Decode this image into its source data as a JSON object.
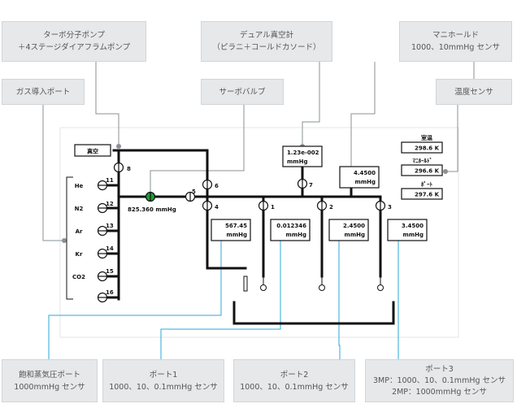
{
  "callouts": {
    "turbo_pump": [
      "ターボ分子ポンプ",
      "＋4ステージダイアフラムポンプ"
    ],
    "dual_gauge": [
      "デュアル真空計",
      "（ピラニ＋コールドカソード）"
    ],
    "manifold": [
      "マニホールド",
      "1000、10mmHg センサ"
    ],
    "gas_port": [
      "ガス導入ポート"
    ],
    "servo_valve": [
      "サーボバルブ"
    ],
    "temp_sensor": [
      "温度センサ"
    ],
    "vapor_port": [
      "飽和蒸気圧ポート",
      "1000mmHg センサ"
    ],
    "port1": [
      "ポート1",
      "1000、10、0.1mmHg センサ"
    ],
    "port2": [
      "ポート2",
      "1000、10、0.1mmHg センサ"
    ],
    "port3": [
      "ポート3",
      "3MP：1000、10、0.1mmHg センサ",
      "2MP：1000mmHg センサ"
    ]
  },
  "schematic": {
    "vacuum_label": "真空",
    "gases": [
      "He",
      "N2",
      "Ar",
      "Kr",
      "CO2"
    ],
    "valve_numbers": [
      "11",
      "12",
      "13",
      "14",
      "15",
      "16",
      "8",
      "5",
      "6",
      "7",
      "4",
      "1",
      "2",
      "3"
    ],
    "servo_reading": "825.360 mmHg",
    "dual_gauge_reading": [
      "1.23e-002",
      "mmHg"
    ],
    "manifold_reading": [
      "4.4500",
      "mmHg"
    ],
    "port_readings": [
      [
        "567.45",
        "mmHg"
      ],
      [
        "0.012346",
        "mmHg"
      ],
      [
        "2.4500",
        "mmHg"
      ],
      [
        "3.4500",
        "mmHg"
      ]
    ],
    "temperatures": [
      {
        "label": "室温",
        "value": "298.6 K"
      },
      {
        "label": "ﾏﾆﾎｰﾙﾄﾞ",
        "value": "296.6 K"
      },
      {
        "label": "ﾎﾟｰﾄ",
        "value": "297.6 K"
      }
    ]
  },
  "colors": {
    "leader": "#8a9096",
    "cyan_leader": "#29a8d8",
    "callout_bg": "#e6e8ea",
    "servo_valve": "#1e9b3c"
  }
}
